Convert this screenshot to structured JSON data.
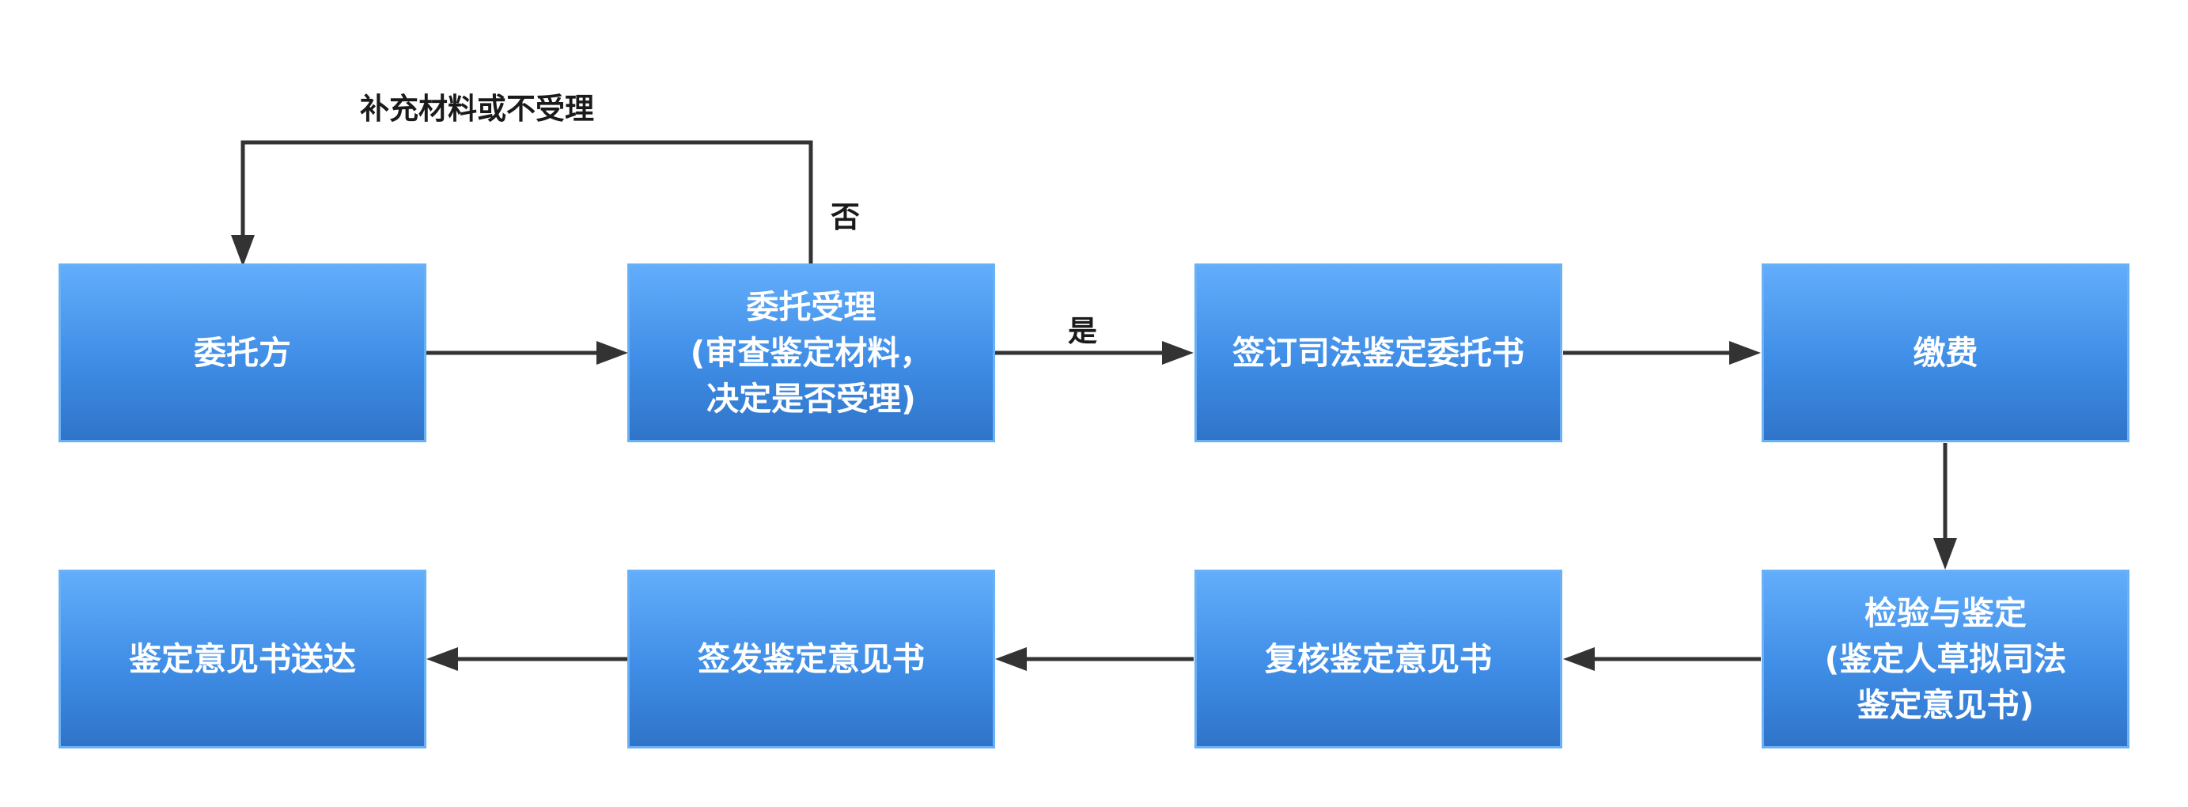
{
  "nodes": {
    "client": {
      "lines": [
        "委托方"
      ]
    },
    "acceptance": {
      "lines": [
        "委托受理",
        "(审查鉴定材料，",
        "决定是否受理)"
      ]
    },
    "contract": {
      "lines": [
        "签订司法鉴定委托书"
      ]
    },
    "payment": {
      "lines": [
        "缴费"
      ]
    },
    "inspection": {
      "lines": [
        "检验与鉴定",
        "(鉴定人草拟司法",
        "鉴定意见书)"
      ]
    },
    "review": {
      "lines": [
        "复核鉴定意见书"
      ]
    },
    "issue": {
      "lines": [
        "签发鉴定意见书"
      ]
    },
    "delivery": {
      "lines": [
        "鉴定意见书送达"
      ]
    }
  },
  "labels": {
    "loop": "补充材料或不受理",
    "no": "否",
    "yes": "是"
  },
  "colors": {
    "box_top": "#62adfb",
    "box_bottom": "#2f74c9",
    "box_border": "#6ab0f5",
    "box_text": "#ffffff",
    "connector": "#333333",
    "label_text": "#1a1a1a"
  }
}
